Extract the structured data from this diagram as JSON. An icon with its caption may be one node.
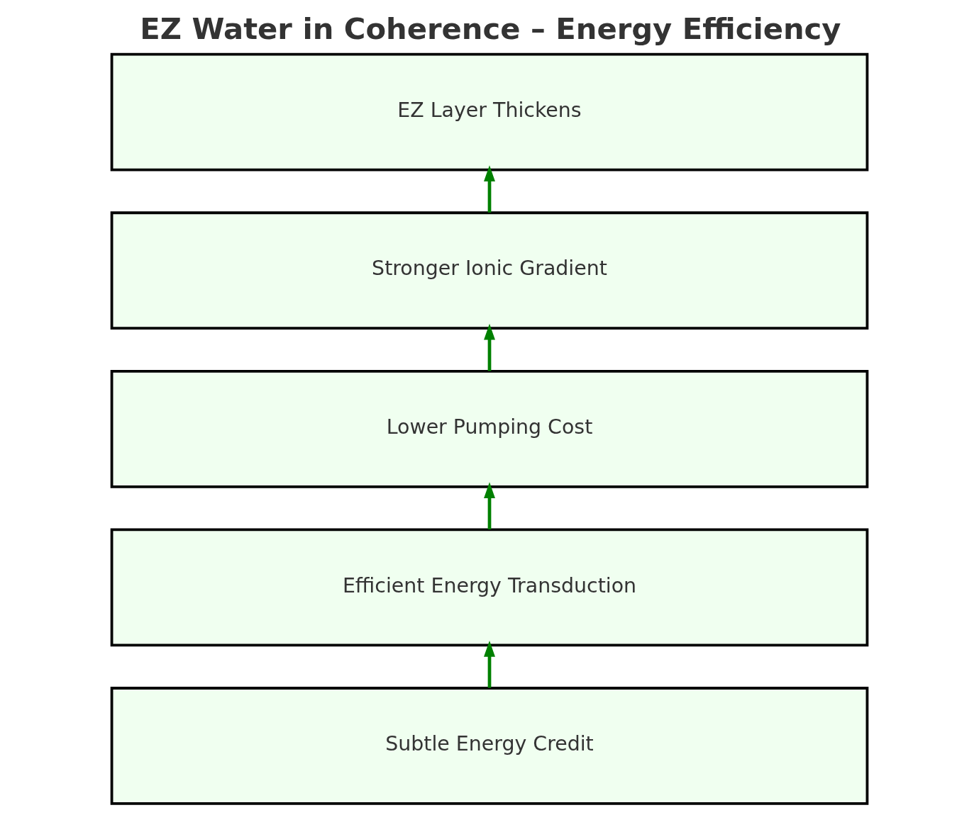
{
  "diagram": {
    "title": "EZ Water in Coherence – Energy Efficiency",
    "nodes": [
      {
        "text": [
          "EZ Layer Thickens"
        ]
      },
      {
        "text": [
          "Stronger Ionic Gradient"
        ]
      },
      {
        "text": [
          "Lower Pumping Cost"
        ]
      },
      {
        "text": [
          "Efficient Energy Transduction"
        ]
      },
      {
        "text": [
          "Subtle Energy Credit"
        ]
      }
    ],
    "edges": [
      {
        "from": 4,
        "to": 3,
        "arrow": "to"
      },
      {
        "from": 3,
        "to": 2,
        "arrow": "to"
      },
      {
        "from": 2,
        "to": 1,
        "arrow": "to"
      },
      {
        "from": 1,
        "to": 0,
        "arrow": "to"
      }
    ]
  }
}
